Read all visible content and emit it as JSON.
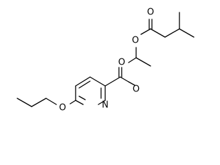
{
  "atoms": {
    "o_ester_ring": "O",
    "o_carbonyl_ring": "O",
    "o_acyloxy": "O",
    "o_carbonyl_top": "O",
    "o_ether": "O",
    "n_ring": "N"
  }
}
